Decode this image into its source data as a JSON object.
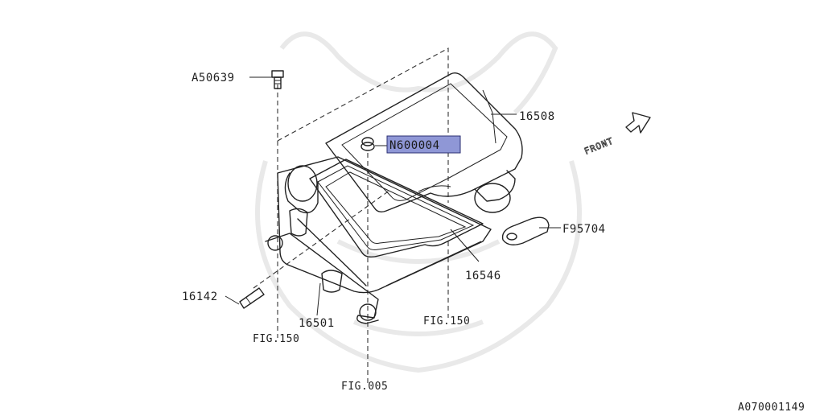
{
  "diagram": {
    "callouts": {
      "bolt": "A50639",
      "cover": "16508",
      "nut": "N600004",
      "clip": "F95704",
      "element": "16546",
      "pin": "16142",
      "case": "16501"
    },
    "references": {
      "left": "FIG.150",
      "right": "FIG.150",
      "bottom": "FIG.005"
    },
    "front_label": "FRONT",
    "drawing_number": "A070001149",
    "highlight_color": "#8f97d6"
  }
}
